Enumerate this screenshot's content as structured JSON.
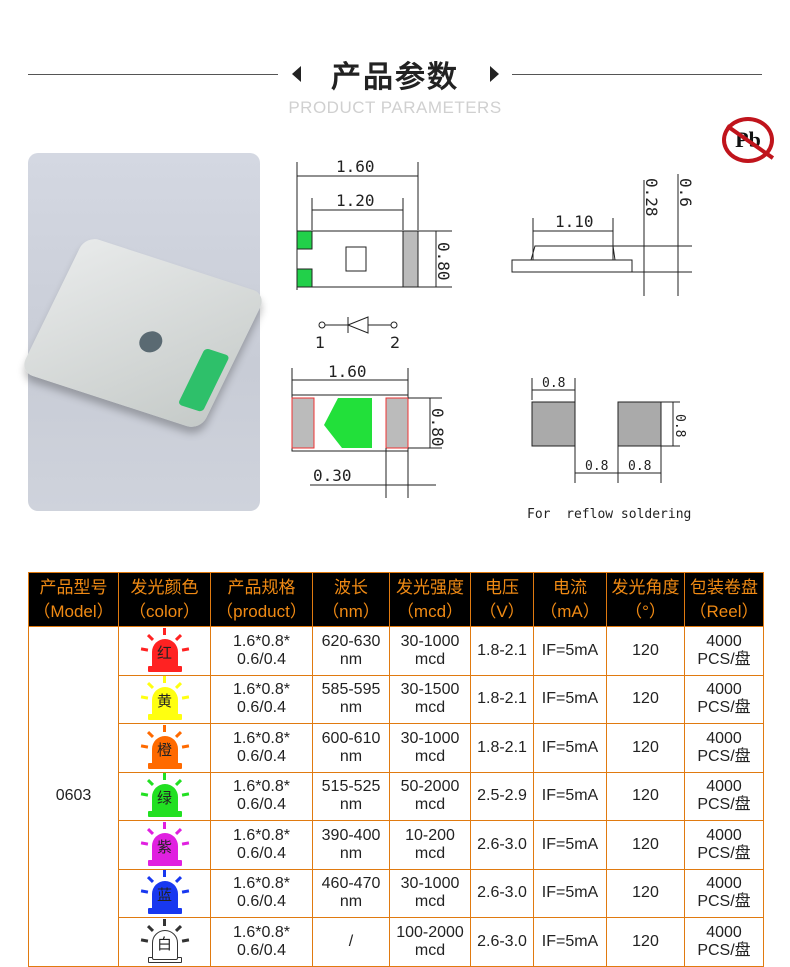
{
  "header": {
    "title": "产品参数",
    "subtitle": "PRODUCT PARAMETERS"
  },
  "pb_mark": "Pb",
  "diagram": {
    "top_width": "1.60",
    "inner_width": "1.20",
    "height": "0.80",
    "side_width": "1.10",
    "side_h1": "0.28",
    "side_h2": "0.6",
    "pin1": "1",
    "pin2": "2",
    "bottom_width": "1.60",
    "bottom_height": "0.80",
    "bottom_offset": "0.30",
    "pad_w": "0.8",
    "pad_h": "0.8",
    "pad_gap": "0.8",
    "pad_w2": "0.8",
    "note": "For  reflow soldering"
  },
  "colors": {
    "accent": "#e07a10",
    "header_bg": "#000000"
  },
  "table": {
    "headers": [
      [
        "产品型号",
        "（Model）"
      ],
      [
        "发光颜色",
        "（color）"
      ],
      [
        "产品规格",
        "（product）"
      ],
      [
        "波长",
        "（nm）"
      ],
      [
        "发光强度",
        "（mcd）"
      ],
      [
        "电压",
        "（V）"
      ],
      [
        "电流",
        "（mA）"
      ],
      [
        "发光角度",
        "（°）"
      ],
      [
        "包装卷盘",
        "（Reel）"
      ]
    ],
    "model": "0603",
    "rows": [
      {
        "color": "红",
        "hex": "#ff2222",
        "spec": [
          "1.6*0.8*",
          "0.6/0.4"
        ],
        "nm": [
          "620-630",
          "nm"
        ],
        "mcd": [
          "30-1000",
          "mcd"
        ],
        "v": "1.8-2.1",
        "ma": "IF=5mA",
        "angle": "120",
        "reel": [
          "4000",
          "PCS/盘"
        ]
      },
      {
        "color": "黄",
        "hex": "#ffff10",
        "spec": [
          "1.6*0.8*",
          "0.6/0.4"
        ],
        "nm": [
          "585-595",
          "nm"
        ],
        "mcd": [
          "30-1500",
          "mcd"
        ],
        "v": "1.8-2.1",
        "ma": "IF=5mA",
        "angle": "120",
        "reel": [
          "4000",
          "PCS/盘"
        ]
      },
      {
        "color": "橙",
        "hex": "#ff6a00",
        "spec": [
          "1.6*0.8*",
          "0.6/0.4"
        ],
        "nm": [
          "600-610",
          "nm"
        ],
        "mcd": [
          "30-1000",
          "mcd"
        ],
        "v": "1.8-2.1",
        "ma": "IF=5mA",
        "angle": "120",
        "reel": [
          "4000",
          "PCS/盘"
        ]
      },
      {
        "color": "绿",
        "hex": "#22e022",
        "spec": [
          "1.6*0.8*",
          "0.6/0.4"
        ],
        "nm": [
          "515-525",
          "nm"
        ],
        "mcd": [
          "50-2000",
          "mcd"
        ],
        "v": "2.5-2.9",
        "ma": "IF=5mA",
        "angle": "120",
        "reel": [
          "4000",
          "PCS/盘"
        ]
      },
      {
        "color": "紫",
        "hex": "#e020e0",
        "spec": [
          "1.6*0.8*",
          "0.6/0.4"
        ],
        "nm": [
          "390-400",
          "nm"
        ],
        "mcd": [
          "10-200",
          "mcd"
        ],
        "v": "2.6-3.0",
        "ma": "IF=5mA",
        "angle": "120",
        "reel": [
          "4000",
          "PCS/盘"
        ]
      },
      {
        "color": "蓝",
        "hex": "#1838f0",
        "spec": [
          "1.6*0.8*",
          "0.6/0.4"
        ],
        "nm": [
          "460-470",
          "nm"
        ],
        "mcd": [
          "30-1000",
          "mcd"
        ],
        "v": "2.6-3.0",
        "ma": "IF=5mA",
        "angle": "120",
        "reel": [
          "4000",
          "PCS/盘"
        ]
      },
      {
        "color": "白",
        "hex": "#ffffff",
        "spec": [
          "1.6*0.8*",
          "0.6/0.4"
        ],
        "nm": [
          "/",
          ""
        ],
        "mcd": [
          "100-2000",
          "mcd"
        ],
        "v": "2.6-3.0",
        "ma": "IF=5mA",
        "angle": "120",
        "reel": [
          "4000",
          "PCS/盘"
        ]
      }
    ]
  }
}
